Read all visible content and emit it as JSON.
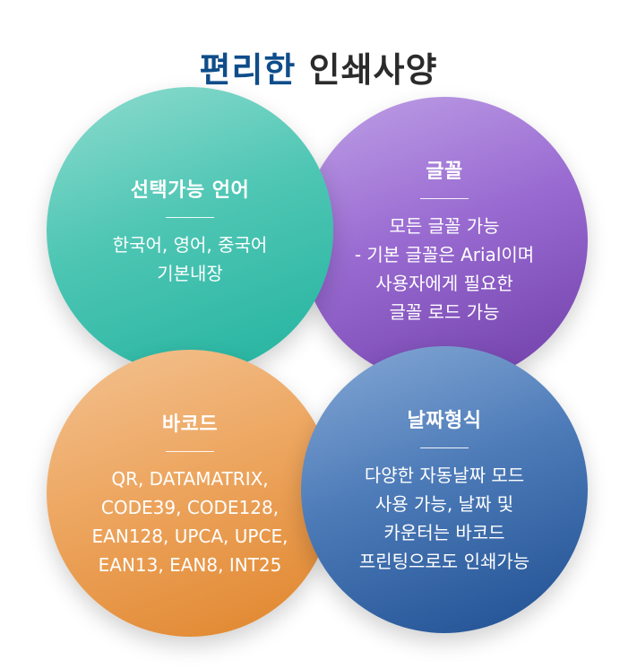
{
  "title": {
    "accent": "편리한",
    "rest": "인쇄사양"
  },
  "circles": {
    "language": {
      "title": "선택가능 언어",
      "lines": [
        "한국어, 영어, 중국어",
        "기본내장"
      ]
    },
    "font": {
      "title": "글꼴",
      "lines": [
        "모든 글꼴 가능",
        "- 기본 글꼴은 Arial이며",
        "사용자에게 필요한",
        "글꼴 로드 가능"
      ]
    },
    "barcode": {
      "title": "바코드",
      "lines": [
        "QR, DATAMATRIX,",
        "CODE39, CODE128,",
        "EAN128, UPCA, UPCE,",
        "EAN13, EAN8, INT25"
      ]
    },
    "date": {
      "title": "날짜형식",
      "lines": [
        "다양한 자동날짜 모드",
        "사용 가능, 날짜 및",
        "카운터는 바코드",
        "프린팅으로도 인쇄가능"
      ]
    }
  },
  "colors": {
    "title_accent": "#0f4d8a",
    "language": "#4fc6b4",
    "font": "#9a6cd2",
    "barcode": "#eda660",
    "date": "#4d7bb8"
  }
}
